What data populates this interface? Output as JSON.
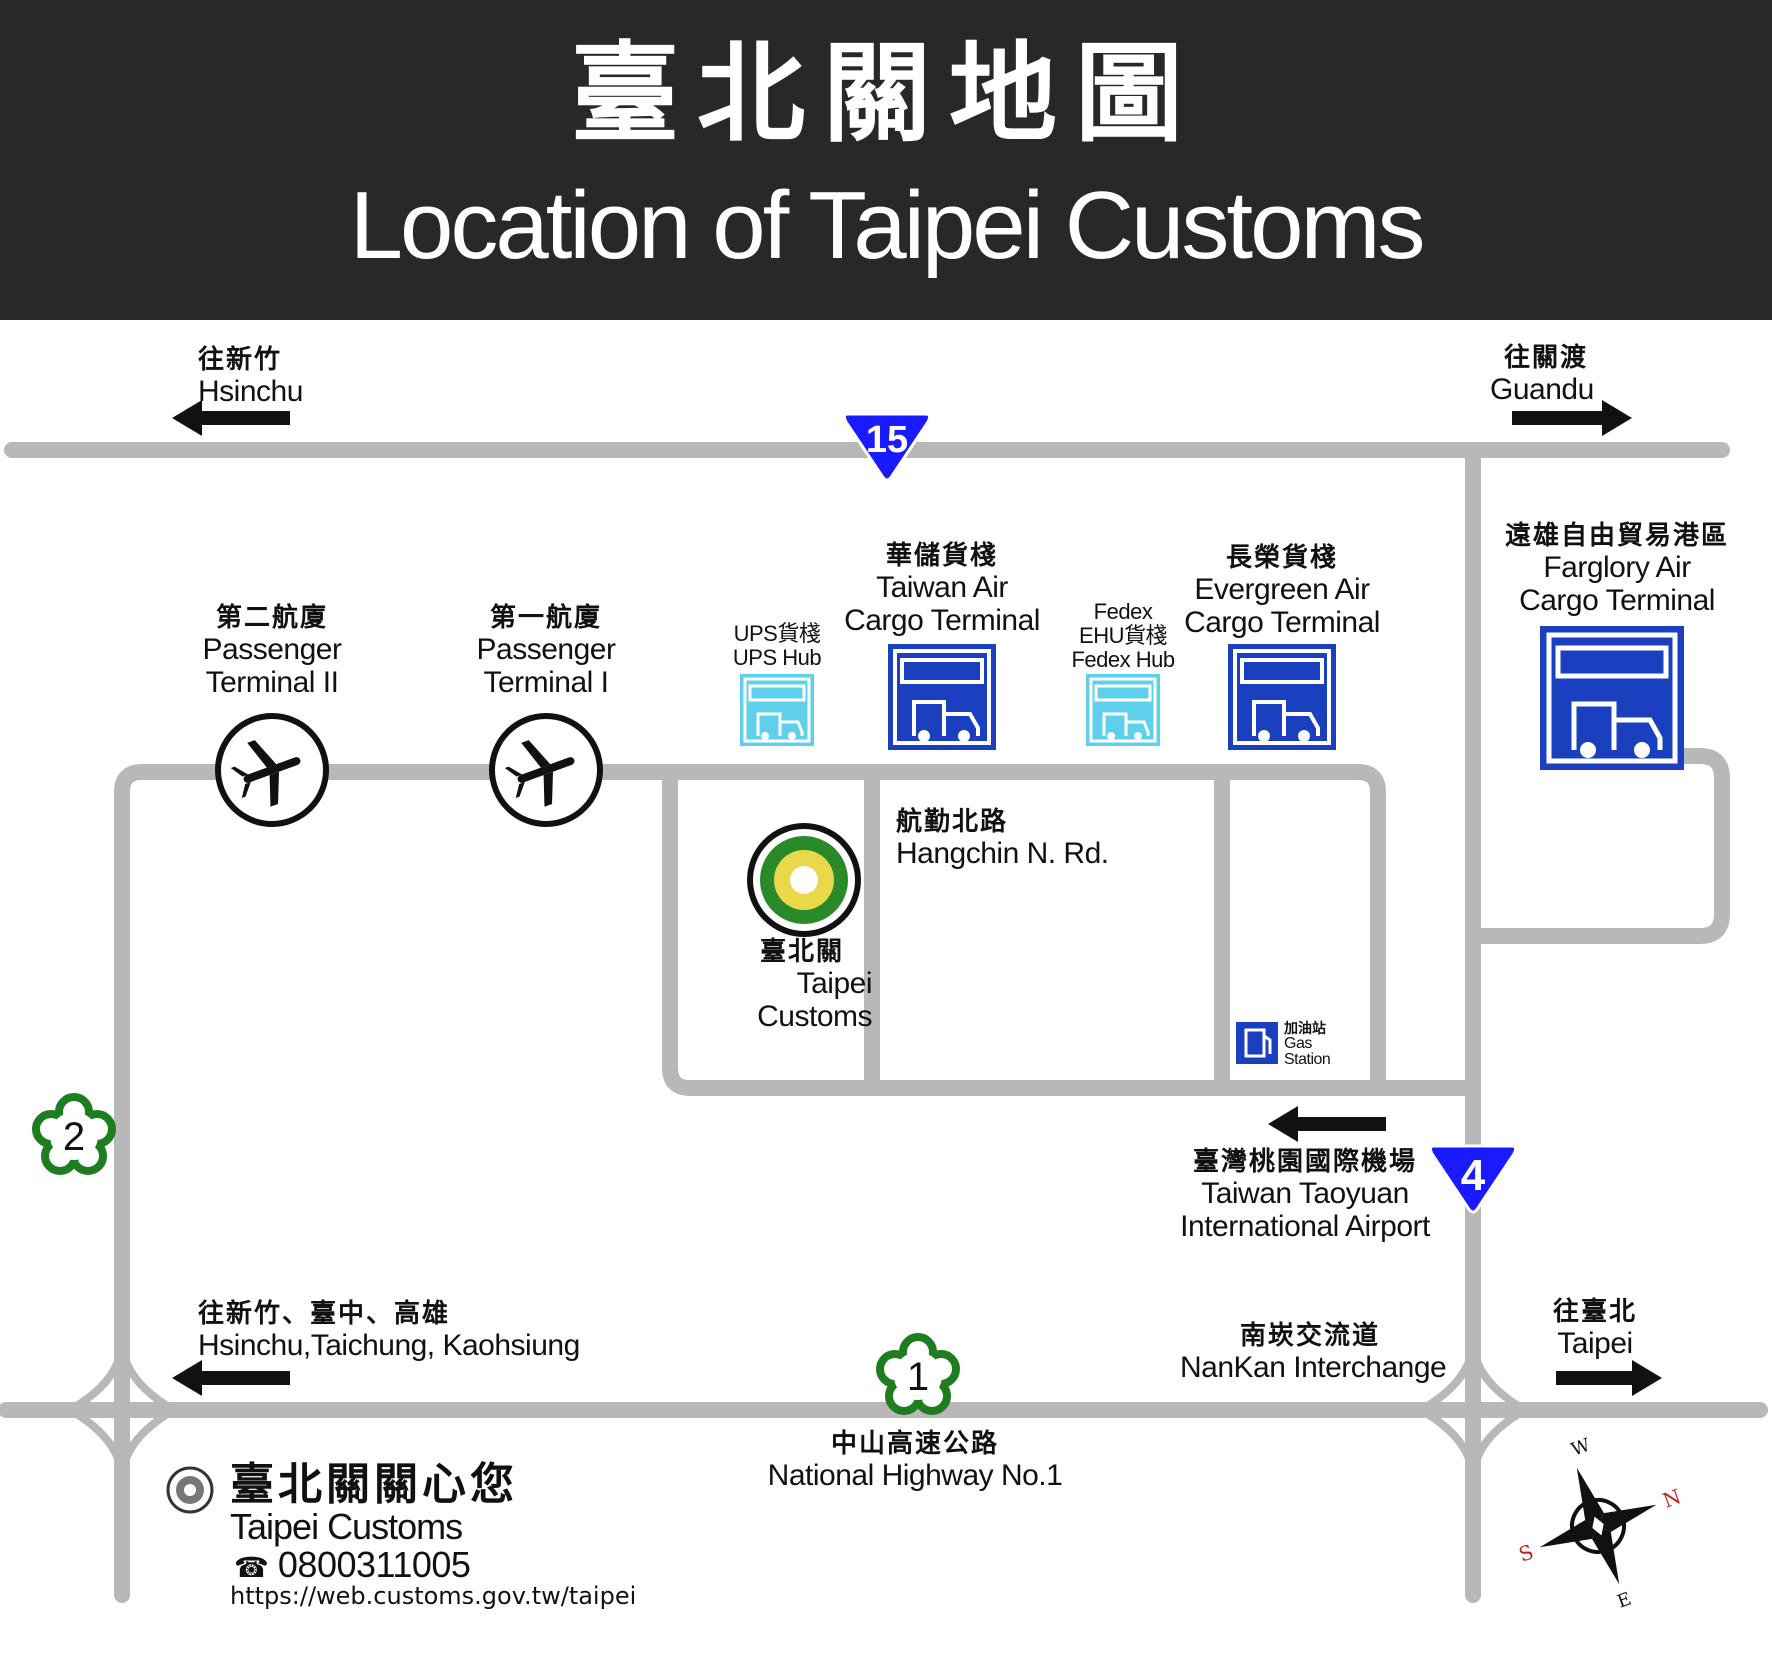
{
  "title": {
    "zh": "臺北關地圖",
    "en": "Location of Taipei Customs"
  },
  "directions": {
    "hsinchu": {
      "zh": "往新竹",
      "en": "Hsinchu"
    },
    "guandu": {
      "zh": "往關渡",
      "en": "Guandu"
    },
    "south": {
      "zh": "往新竹、臺中、高雄",
      "en": "Hsinchu,Taichung, Kaohsiung"
    },
    "taipei": {
      "zh": "往臺北",
      "en": "Taipei"
    }
  },
  "routes": {
    "r15": "15",
    "r4": "4",
    "r2": "2",
    "r1": "1"
  },
  "terminals": {
    "t2": {
      "zh": "第二航廈",
      "en1": "Passenger",
      "en2": "Terminal II"
    },
    "t1": {
      "zh": "第一航廈",
      "en1": "Passenger",
      "en2": "Terminal I"
    }
  },
  "cargo": {
    "ups": {
      "zh": "UPS貨棧",
      "en": "UPS Hub"
    },
    "taiwan_air": {
      "zh": "華儲貨棧",
      "en1": "Taiwan Air",
      "en2": "Cargo Terminal"
    },
    "fedex": {
      "l1": "Fedex",
      "l2": "EHU貨棧",
      "l3": "Fedex Hub"
    },
    "evergreen": {
      "zh": "長榮貨棧",
      "en1": "Evergreen Air",
      "en2": "Cargo Terminal"
    },
    "farglory": {
      "zh": "遠雄自由貿易港區",
      "en1": "Farglory Air",
      "en2": "Cargo Terminal"
    }
  },
  "road": {
    "zh": "航勤北路",
    "en": "Hangchin N. Rd."
  },
  "customs": {
    "zh": "臺北關",
    "en1": "Taipei",
    "en2": "Customs"
  },
  "gas": {
    "zh": "加油站",
    "en1": "Gas",
    "en2": "Station"
  },
  "airport": {
    "zh": "臺灣桃園國際機場",
    "en1": "Taiwan Taoyuan",
    "en2": "International Airport"
  },
  "interchange": {
    "zh": "南崁交流道",
    "en": "NanKan Interchange"
  },
  "highway": {
    "zh": "中山高速公路",
    "en": "National Highway No.1"
  },
  "footer": {
    "zh": "臺北關關心您",
    "en": "Taipei Customs",
    "phone_icon": "☎",
    "phone": "0800311005",
    "url": "https://web.customs.gov.tw/taipei"
  },
  "compass": {
    "n": "N",
    "s": "S",
    "e": "E",
    "w": "W"
  },
  "colors": {
    "road": "#b8b8b8",
    "header": "#282828",
    "route_shield": "#1a1aff",
    "provincial": "#1e7d1e",
    "cargo_icon": "#1a3fbf",
    "hub_icon": "#5fd0ec"
  }
}
